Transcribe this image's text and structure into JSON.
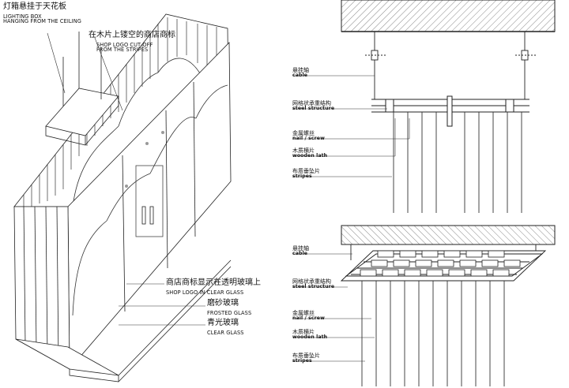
{
  "iso_labels": [
    {
      "cn": "灯箱悬挂于天花板",
      "en": "LIGHTING BOX\nHANGING FROM THE CEILING"
    },
    {
      "cn": "在木片上镂空的商店商标",
      "en": "SHOP LOGO CUT OFF\nFROM THE STRIPES"
    },
    {
      "cn": "商店商标显示在透明玻璃上",
      "en": "SHOP LOGO IN CLEAR GLASS"
    },
    {
      "cn": "磨砂玻璃",
      "en": "FROSTED GLASS"
    },
    {
      "cn": "青光玻璃",
      "en": "CLEAR GLASS"
    }
  ],
  "section_top_labels": [
    {
      "cn": "悬挂轴",
      "en": "cable"
    },
    {
      "cn": "网格状承重结构",
      "en": "steel structure"
    },
    {
      "cn": "金属螺丝",
      "en": "nail / screw"
    },
    {
      "cn": "木质横片",
      "en": "wooden lath"
    },
    {
      "cn": "布质垂坠片",
      "en": "stripes"
    }
  ],
  "section_bottom_labels": [
    {
      "cn": "悬挂轴",
      "en": "cable"
    },
    {
      "cn": "网格状承重结构",
      "en": "steel structure"
    },
    {
      "cn": "金属螺丝",
      "en": "nail / screw"
    },
    {
      "cn": "木质横片",
      "en": "wooden lath"
    },
    {
      "cn": "布质垂坠片",
      "en": "stripes"
    }
  ]
}
